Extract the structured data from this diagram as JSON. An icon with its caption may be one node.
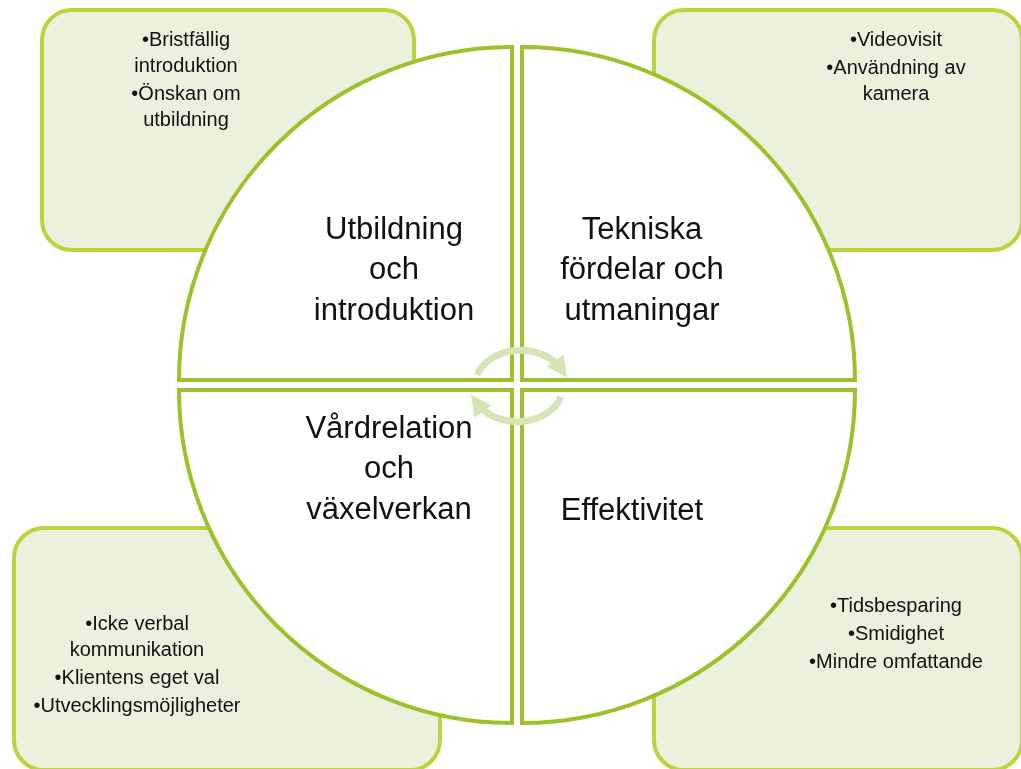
{
  "diagram": {
    "nodes": [
      {
        "text": [
          "•Bristfällig introduktion",
          "•Önskan om utbildning"
        ]
      },
      {
        "text": [
          "•Videovisit",
          "•Användning av kamera"
        ]
      },
      {
        "text": [
          "Utbildning och introduktion"
        ]
      },
      {
        "text": [
          "Tekniska fördelar och utmaningar"
        ]
      },
      {
        "text": [
          "Vårdrelation och växelverkan"
        ]
      },
      {
        "text": [
          "Effektivitet"
        ]
      },
      {
        "text": [
          "•Icke verbal kommunikation",
          "•Klientens eget val",
          "•Utvecklingsmöjligheter"
        ]
      },
      {
        "text": [
          "•Tidsbesparing",
          "•Smidighet",
          "•Mindre omfattande"
        ]
      }
    ],
    "edges": [
      {
        "from": 2,
        "to": 3,
        "arrow": "to"
      },
      {
        "from": 5,
        "to": 4,
        "arrow": "to"
      }
    ]
  }
}
